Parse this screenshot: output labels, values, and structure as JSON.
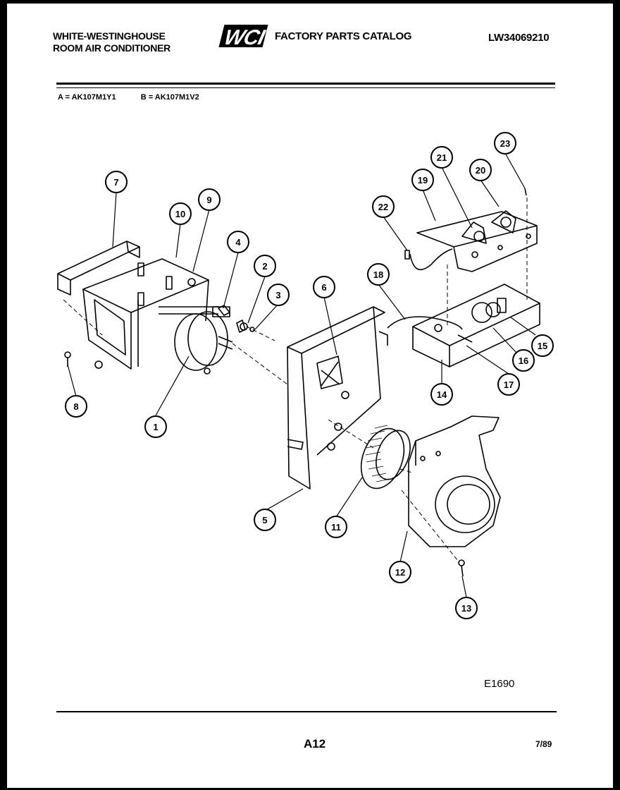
{
  "header": {
    "brand_line1": "WHITE-WESTINGHOUSE",
    "brand_line2": "ROOM AIR CONDITIONER",
    "logo_text": "WCI",
    "catalog_title": "FACTORY PARTS CATALOG",
    "catalog_number": "LW34069210"
  },
  "models": {
    "a": "A = AK107M1Y1",
    "b": "B = AK107M1V2"
  },
  "callouts": [
    "1",
    "2",
    "3",
    "4",
    "5",
    "6",
    "7",
    "8",
    "9",
    "10",
    "11",
    "12",
    "13",
    "14",
    "15",
    "16",
    "17",
    "18",
    "19",
    "20",
    "21",
    "22",
    "23"
  ],
  "footer": {
    "drawing_code": "E1690",
    "page": "A12",
    "date": "7/89"
  }
}
